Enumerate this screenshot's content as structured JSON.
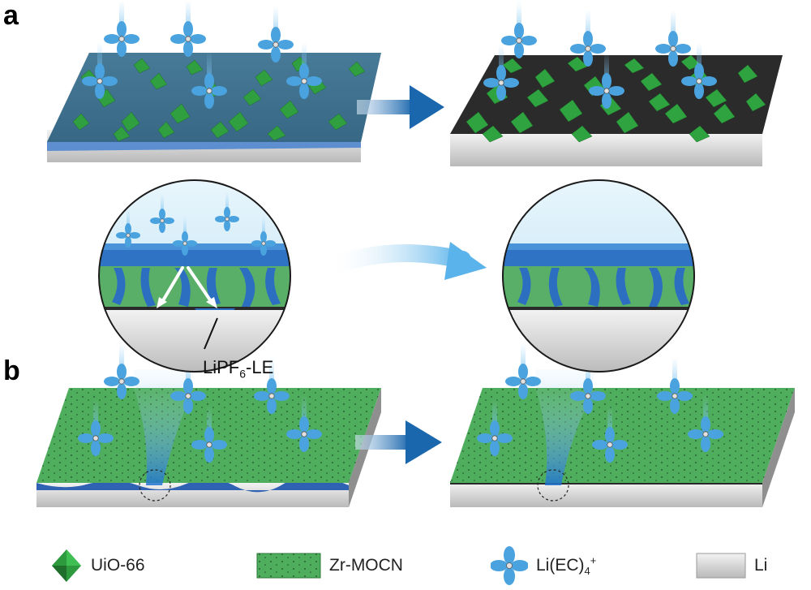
{
  "panels": {
    "a": "a",
    "b": "b"
  },
  "callout": {
    "prefix": "LiPF",
    "subscript": "6",
    "suffix": "-LE"
  },
  "legend": [
    {
      "key": "uio66",
      "label": "UiO-66",
      "icon": "green-octahedron-icon",
      "color": "#2e9a3e"
    },
    {
      "key": "zrmocn",
      "label": "Zr-MOCN",
      "icon": "green-dotted-slab-icon",
      "color": "#3fa651"
    },
    {
      "key": "liec4",
      "label_main": "Li(EC)",
      "label_sub": "4",
      "label_sup": "+",
      "icon": "blue-flower-ion-icon",
      "color": "#4aa3df"
    },
    {
      "key": "li",
      "label": "Li",
      "icon": "grey-metal-block-icon",
      "color": "#c8c8c8"
    }
  ],
  "colors": {
    "electrolyte": "#3d7fd6",
    "crystal": "#2f9f3f",
    "film": "#4fae5d",
    "lithium": "#d6d6d6",
    "arrow": "#1e6fb5",
    "sky": "#d8eef9"
  }
}
